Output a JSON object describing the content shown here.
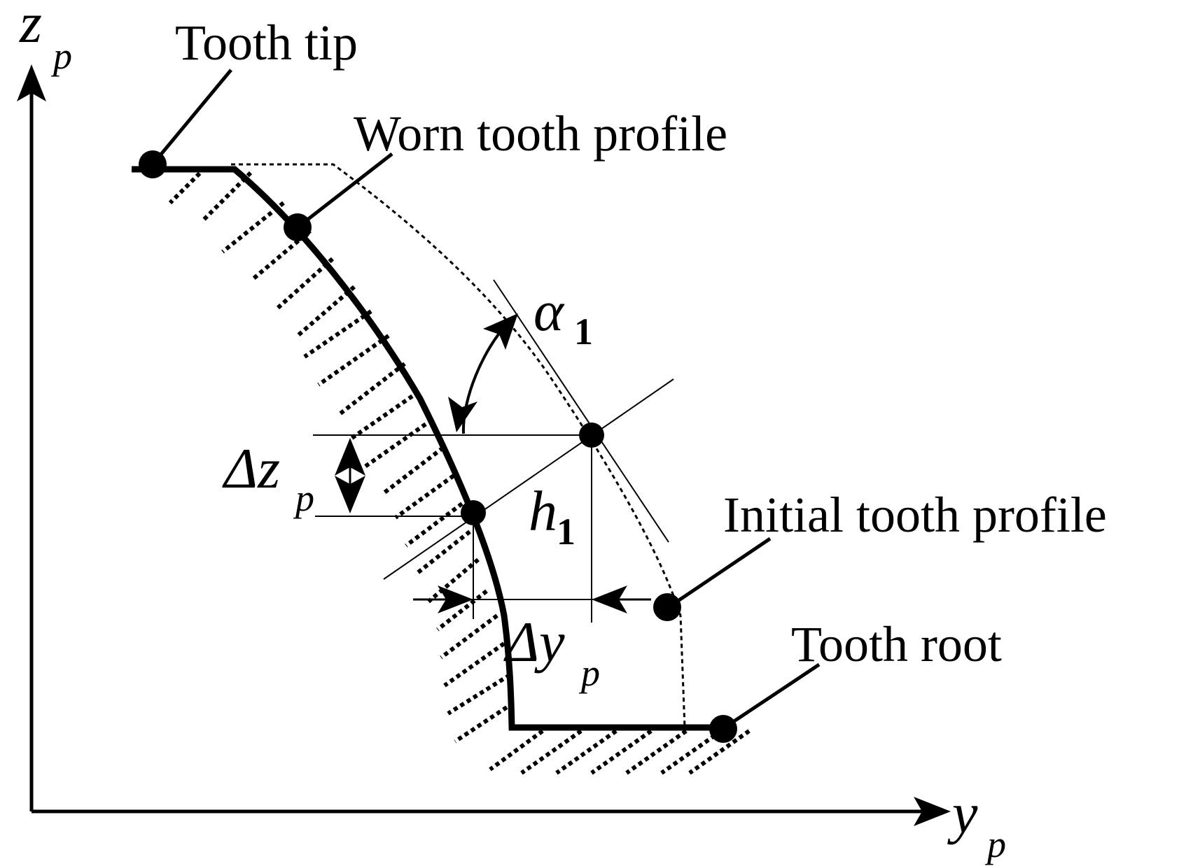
{
  "labels": {
    "tooth_tip": "Tooth tip",
    "worn_profile": "Worn tooth profile",
    "initial_profile": "Initial tooth profile",
    "tooth_root": "Tooth root"
  },
  "axes": {
    "z_main": "z",
    "z_sub": "p",
    "y_main": "y",
    "y_sub": "p"
  },
  "symbols": {
    "alpha_main": "α",
    "alpha_sub": "1",
    "h_main": "h",
    "h_sub": "1",
    "dz_main": "Δz",
    "dz_sub": "p",
    "dy_main": "Δy",
    "dy_sub": "p"
  }
}
